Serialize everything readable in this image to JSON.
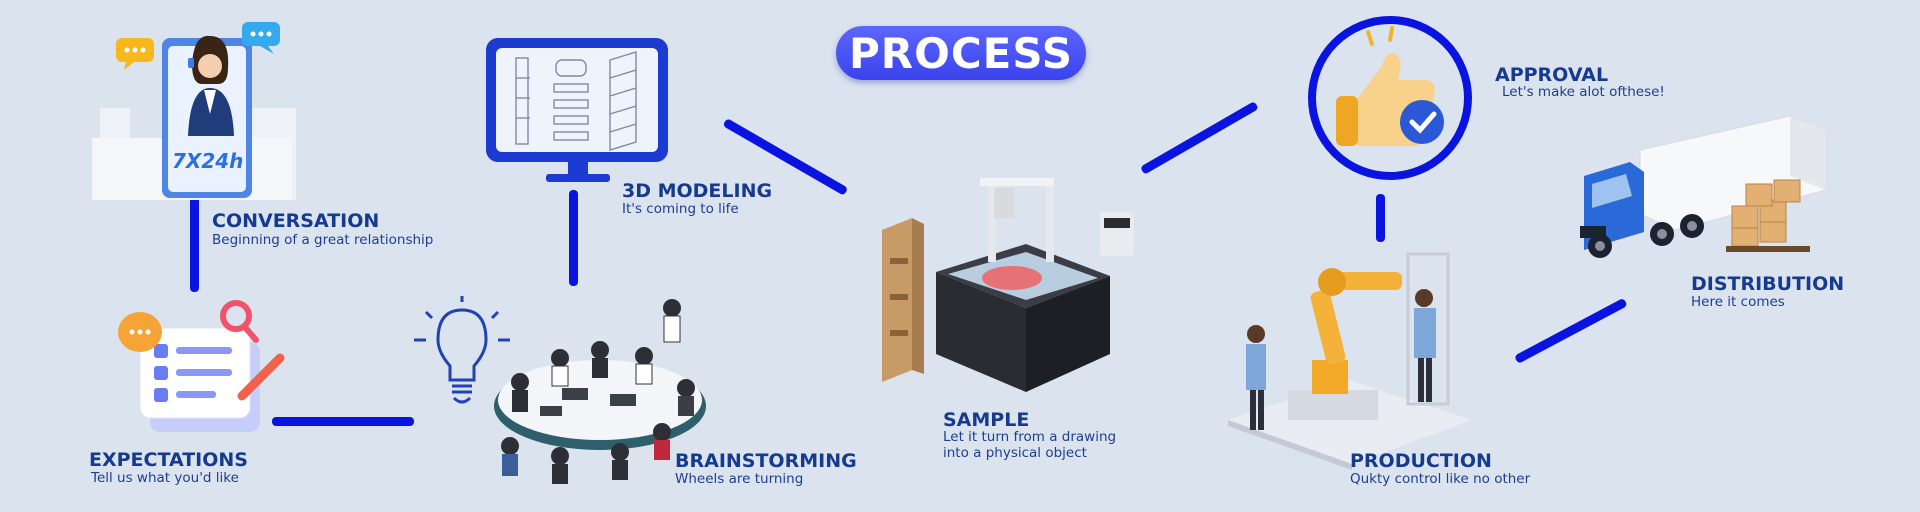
{
  "header": {
    "title": "PROCESS"
  },
  "steps": [
    {
      "id": "conversation",
      "title": "CONVERSATION",
      "subtitle": "Beginning of a great relationship",
      "badge": "7X24h"
    },
    {
      "id": "expectations",
      "title": "EXPECTATIONS",
      "subtitle": "Tell us what you'd like"
    },
    {
      "id": "brainstorming",
      "title": "BRAINSTORMING",
      "subtitle": "Wheels are turning"
    },
    {
      "id": "modeling",
      "title": "3D MODELING",
      "subtitle": "It's coming to life"
    },
    {
      "id": "sample",
      "title": "SAMPLE",
      "subtitle_lines": [
        "Let it turn from a drawing",
        "into a physical object"
      ]
    },
    {
      "id": "approval",
      "title": "APPROVAL",
      "subtitle": "Let's make alot ofthese!"
    },
    {
      "id": "production",
      "title": "PRODUCTION",
      "subtitle": "Qukty control like no other"
    },
    {
      "id": "distribution",
      "title": "DISTRIBUTION",
      "subtitle": "Here it comes"
    }
  ],
  "colors": {
    "background": "#dbe3ef",
    "connector": "#0a14e0",
    "title_pill": "#4a52f5",
    "text": "#163a8e"
  },
  "icons": [
    "headset-agent-icon",
    "checklist-icon",
    "lightbulb-icon",
    "meeting-table-icon",
    "monitor-blueprint-icon",
    "laser-cutter-icon",
    "thumbs-up-icon",
    "robot-arm-icon",
    "truck-icon"
  ]
}
